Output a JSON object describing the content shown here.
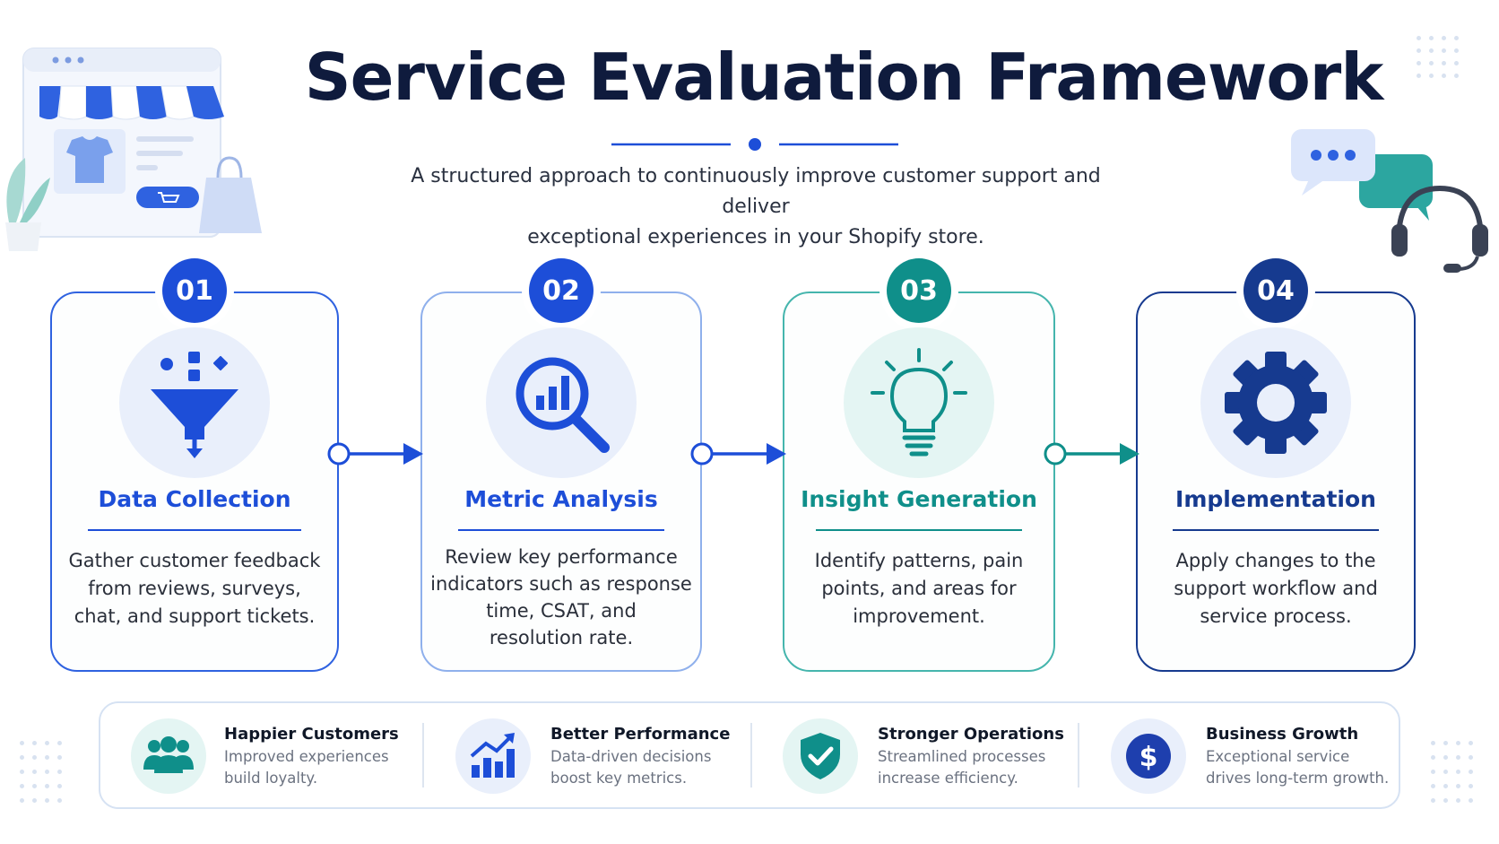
{
  "header": {
    "title": "Service Evaluation Framework",
    "subtitle_line1": "A structured approach to continuously improve customer support and deliver",
    "subtitle_line2": "exceptional experiences in your Shopify store."
  },
  "steps": [
    {
      "number": "01",
      "title": "Data Collection",
      "icon": "funnel-icon",
      "color": "#1d4ed8",
      "desc": [
        "Gather customer feedback",
        "from reviews, surveys,",
        "chat, and support tickets."
      ]
    },
    {
      "number": "02",
      "title": "Metric Analysis",
      "icon": "magnifier-chart-icon",
      "color": "#1d4ed8",
      "desc": [
        "Review key performance",
        "indicators such as response",
        "time, CSAT, and",
        "resolution rate."
      ]
    },
    {
      "number": "03",
      "title": "Insight Generation",
      "icon": "lightbulb-icon",
      "color": "#0f8f8a",
      "desc": [
        "Identify patterns, pain",
        "points, and areas for",
        "improvement."
      ]
    },
    {
      "number": "04",
      "title": "Implementation",
      "icon": "gear-icon",
      "color": "#163a8f",
      "desc": [
        "Apply changes to the",
        "support workflow and",
        "service process."
      ]
    }
  ],
  "benefits": [
    {
      "title": "Happier Customers",
      "desc": [
        "Improved experiences",
        "build loyalty."
      ],
      "icon": "users-icon"
    },
    {
      "title": "Better Performance",
      "desc": [
        "Data-driven decisions",
        "boost key metrics."
      ],
      "icon": "growth-chart-icon"
    },
    {
      "title": "Stronger Operations",
      "desc": [
        "Streamlined processes",
        "increase efficiency."
      ],
      "icon": "shield-check-icon"
    },
    {
      "title": "Business Growth",
      "desc": [
        "Exceptional service",
        "drives long-term growth."
      ],
      "icon": "dollar-icon"
    }
  ],
  "colors": {
    "blue": "#1d4ed8",
    "teal": "#0f8f8a",
    "navy": "#163a8f",
    "title": "#0f1b3d"
  }
}
